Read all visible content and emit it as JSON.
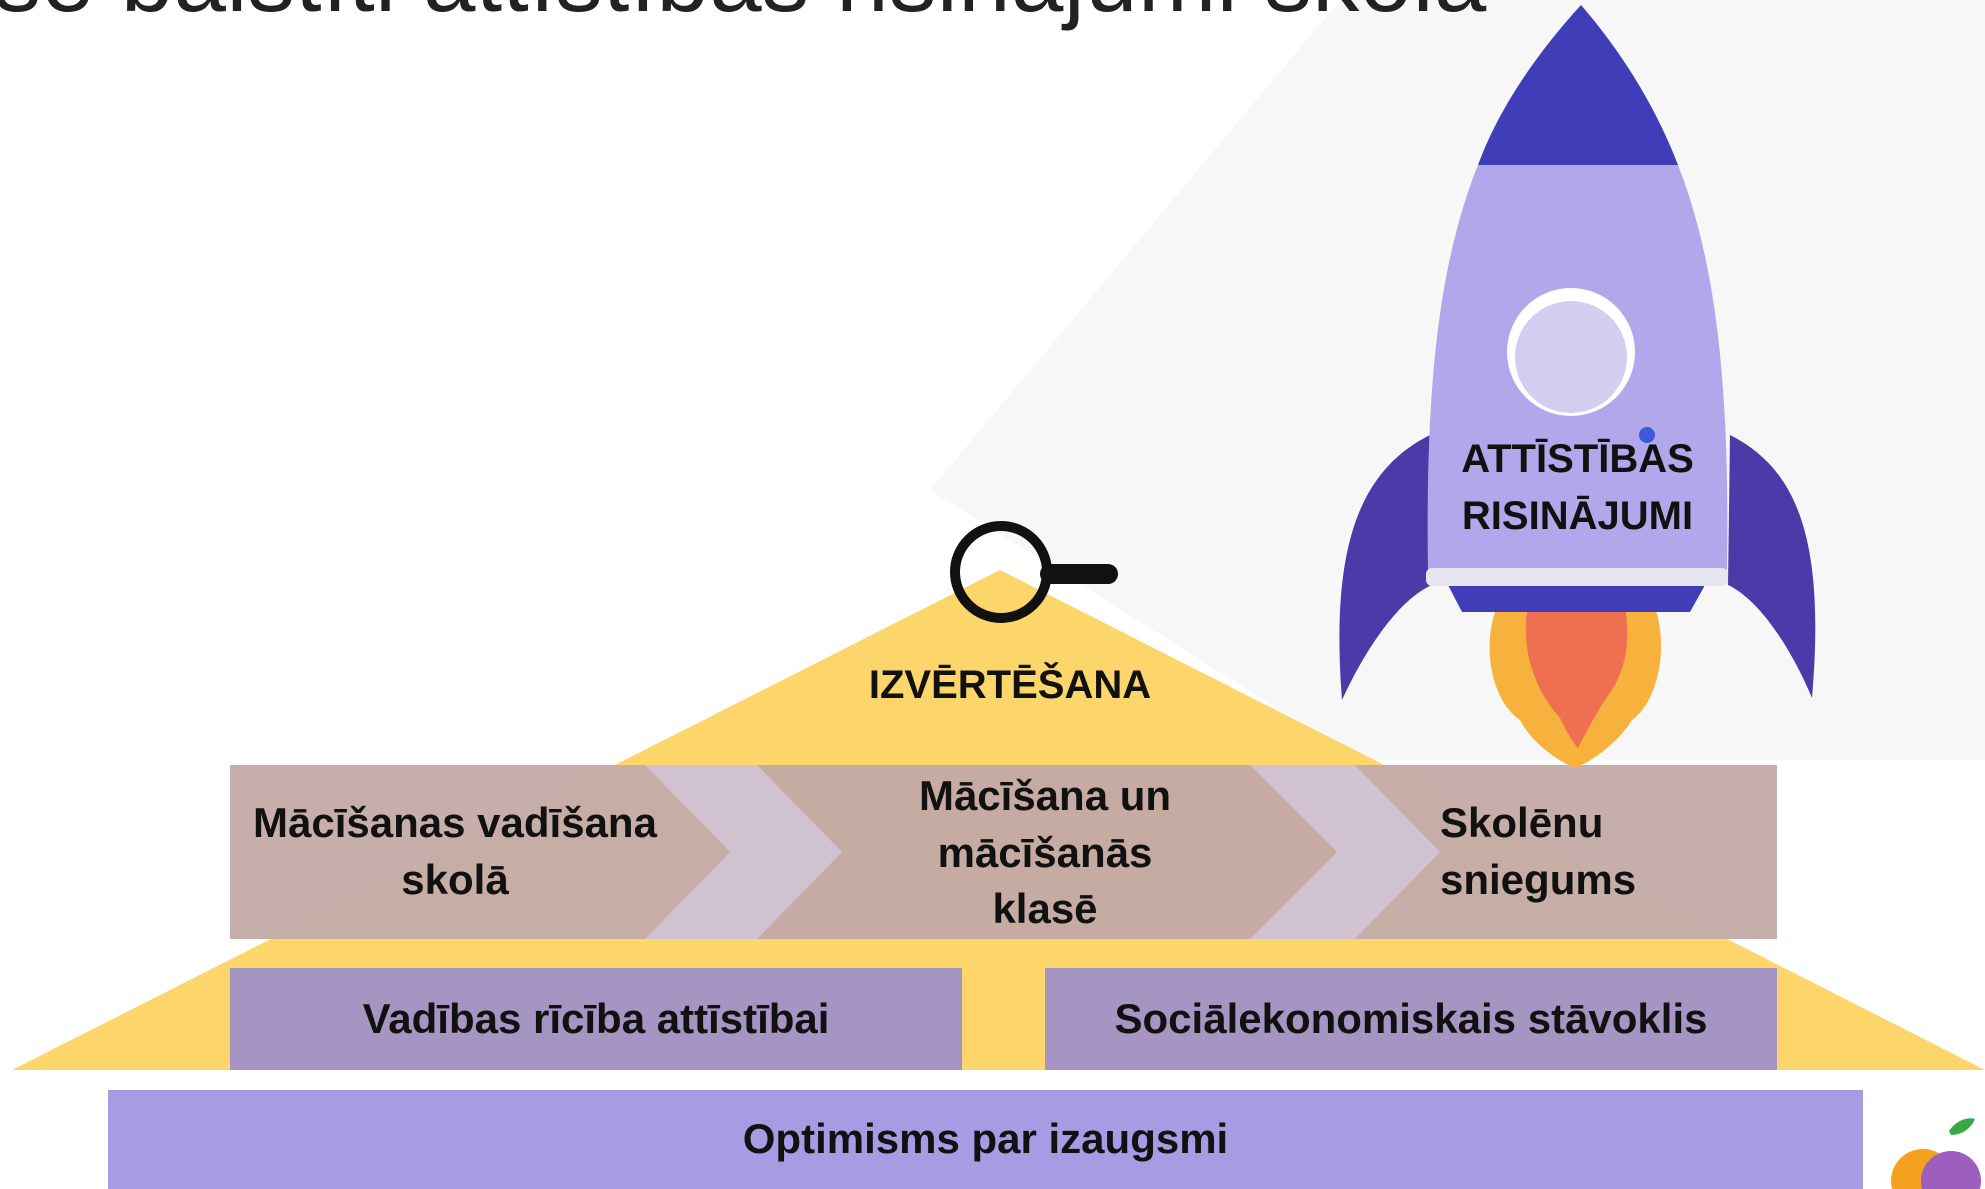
{
  "slide": {
    "title": "se balstīti attīstības risinājumi skolā"
  },
  "diagram": {
    "evaluation_label": "IZVĒRTĒŠANA",
    "chevrons": [
      {
        "lines": [
          "Mācīšanas vadīšana",
          "skolā"
        ]
      },
      {
        "lines": [
          "Mācīšana un",
          "mācīšanās",
          "klasē"
        ]
      },
      {
        "lines": [
          "Skolēnu",
          "sniegums"
        ]
      }
    ],
    "foundation_left": "Vadības rīcība attīstībai",
    "foundation_right": "Sociālekonomiskais stāvoklis",
    "base": "Optimisms par izaugsmi",
    "rocket_lines": [
      "ATTĪSTĪBAS",
      "RISINĀJUMI"
    ]
  },
  "colors": {
    "triangle": "#fcd66a",
    "lavender_band": "#c4bdf0",
    "chevron_brown": "#c4a99d",
    "foundation_purple": "#a694c3",
    "base_purple": "#a99be3",
    "rocket_body": "#b0a8ea",
    "rocket_dark": "#3f3db8",
    "rocket_fin": "#4b3aa8",
    "flame_orange": "#f6b23c",
    "flame_red": "#ef6f52"
  },
  "icons": [
    "magnifier-icon",
    "rocket-icon",
    "logo-icon"
  ]
}
